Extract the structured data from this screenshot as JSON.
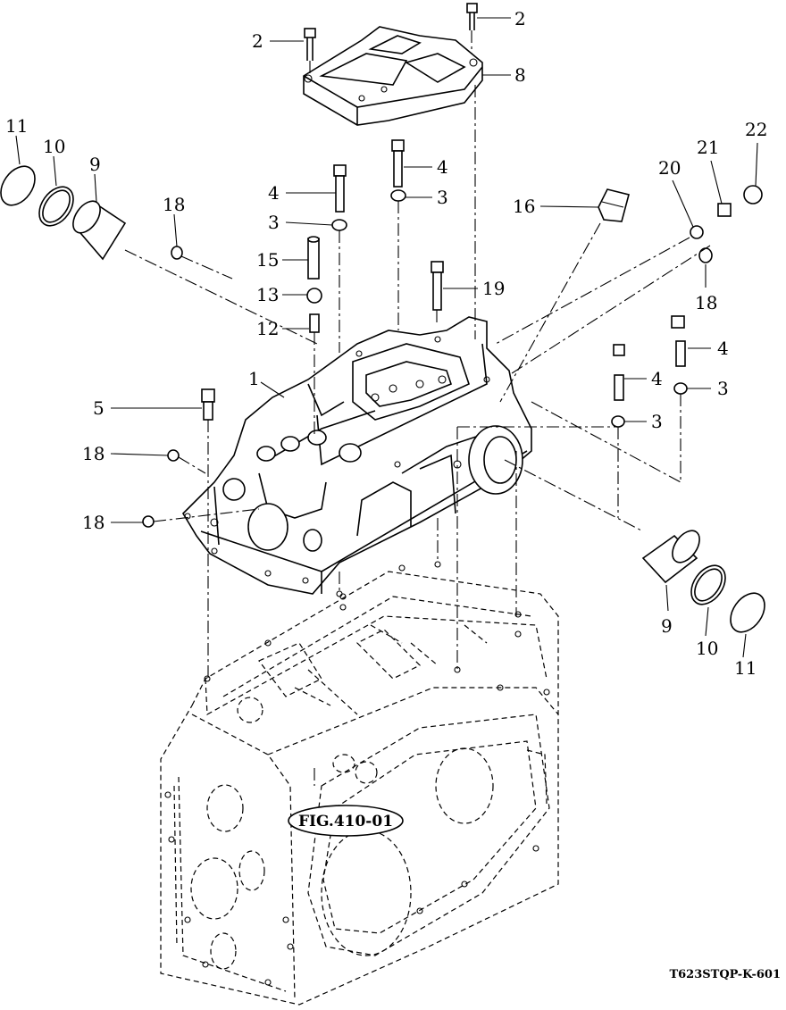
{
  "figure_code": "T623STQP-K-601",
  "reference_label": "FIG.410-01",
  "callouts": [
    {
      "id": "c2a",
      "text": "2"
    },
    {
      "id": "c2b",
      "text": "2"
    },
    {
      "id": "c8",
      "text": "8"
    },
    {
      "id": "c11a",
      "text": "11"
    },
    {
      "id": "c10a",
      "text": "10"
    },
    {
      "id": "c9a",
      "text": "9"
    },
    {
      "id": "c18a",
      "text": "18"
    },
    {
      "id": "c4a",
      "text": "4"
    },
    {
      "id": "c3a",
      "text": "3"
    },
    {
      "id": "c4b",
      "text": "4"
    },
    {
      "id": "c3b",
      "text": "3"
    },
    {
      "id": "c16",
      "text": "16"
    },
    {
      "id": "c20",
      "text": "20"
    },
    {
      "id": "c21",
      "text": "21"
    },
    {
      "id": "c22",
      "text": "22"
    },
    {
      "id": "c18b",
      "text": "18"
    },
    {
      "id": "c15",
      "text": "15"
    },
    {
      "id": "c13",
      "text": "13"
    },
    {
      "id": "c19",
      "text": "19"
    },
    {
      "id": "c12",
      "text": "12"
    },
    {
      "id": "c1",
      "text": "1"
    },
    {
      "id": "c4c",
      "text": "4"
    },
    {
      "id": "c4d",
      "text": "4"
    },
    {
      "id": "c3c",
      "text": "3"
    },
    {
      "id": "c3d",
      "text": "3"
    },
    {
      "id": "c5",
      "text": "5"
    },
    {
      "id": "c18c",
      "text": "18"
    },
    {
      "id": "c18d",
      "text": "18"
    },
    {
      "id": "c9b",
      "text": "9"
    },
    {
      "id": "c10b",
      "text": "10"
    },
    {
      "id": "c11b",
      "text": "11"
    }
  ]
}
